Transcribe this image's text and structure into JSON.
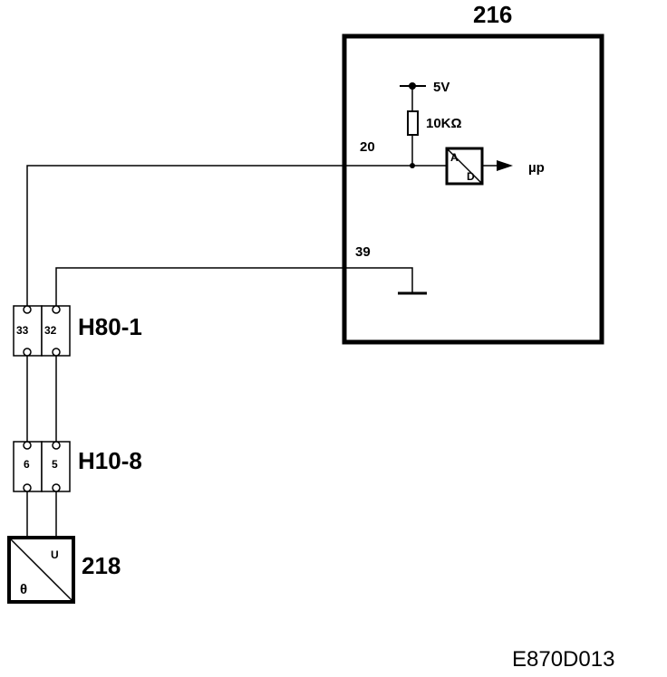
{
  "ecu": {
    "id": "216",
    "pin_signal": "20",
    "pin_ground": "39",
    "supply": "5V",
    "resistor": "10KΩ",
    "adc_top": "A",
    "adc_bottom": "D",
    "output": "µp"
  },
  "connector_1": {
    "id": "H80-1",
    "pin_left": "33",
    "pin_right": "32"
  },
  "connector_2": {
    "id": "H10-8",
    "pin_left": "6",
    "pin_right": "5"
  },
  "sensor": {
    "id": "218",
    "output_symbol": "U",
    "input_symbol": "θ"
  },
  "figure_code": "E870D013"
}
